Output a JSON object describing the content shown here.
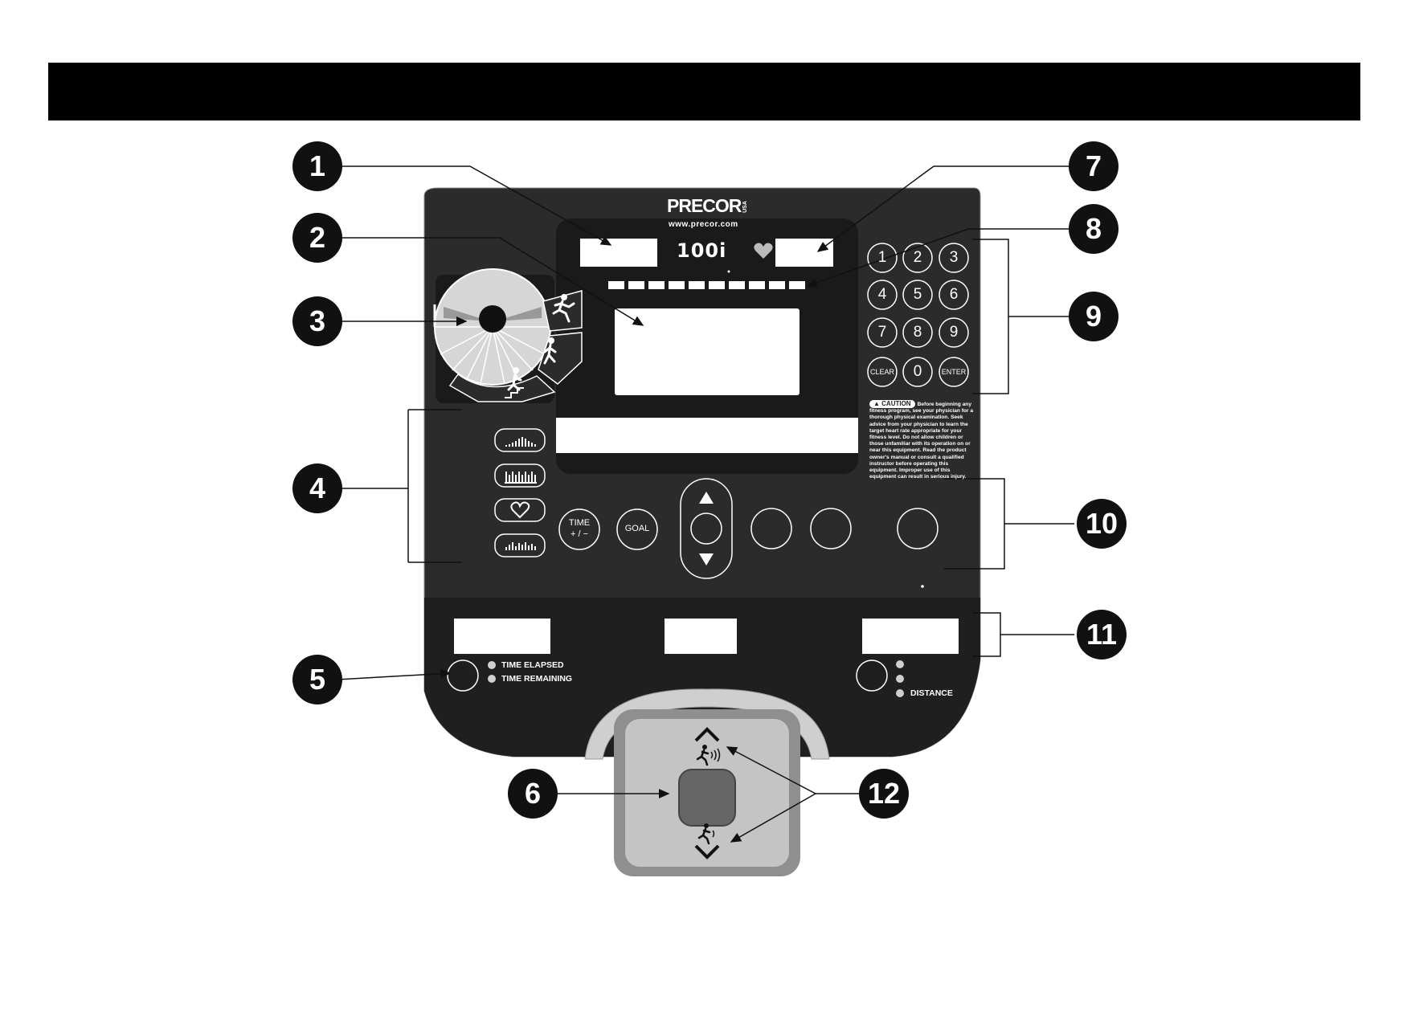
{
  "brand": {
    "logo": "PRECOR",
    "logo_suffix": "USA",
    "website": "www.precor.com",
    "model": "100i"
  },
  "keypad": {
    "keys": [
      "1",
      "2",
      "3",
      "4",
      "5",
      "6",
      "7",
      "8",
      "9",
      "CLEAR",
      "0",
      "ENTER"
    ]
  },
  "caution": {
    "badge": "CAUTION",
    "text": "Before beginning any fitness program, see your physician for a thorough physical examination. Seek advice from your physician to learn the target heart rate appropriate for your fitness level. Do not allow children or those unfamiliar with its operation on or near this equipment. Read the product owner's manual or consult a qualified instructor before operating this equipment. Improper use of this equipment can result in serious injury."
  },
  "buttons": {
    "time_line1": "TIME",
    "time_line2": "+ / −",
    "goal": "GOAL"
  },
  "leds": {
    "time_elapsed": "TIME ELAPSED",
    "time_remaining": "TIME REMAINING",
    "distance": "DISTANCE"
  },
  "callouts": [
    "1",
    "2",
    "3",
    "4",
    "5",
    "6",
    "7",
    "8",
    "9",
    "10",
    "11",
    "12"
  ],
  "colors": {
    "panel": "#2b2b2b",
    "panel_lower": "#1e1e1e",
    "header": "#000000",
    "pad": "#bdbdbd",
    "callout": "#111111"
  },
  "icons": [
    "heart-icon",
    "runner-icon",
    "stairs-climber-icon",
    "walker-icon",
    "hill-profile-icon",
    "interval-profile-icon",
    "random-profile-icon",
    "arrow-up-icon",
    "arrow-down-icon",
    "chevron-up-icon",
    "chevron-down-icon",
    "speed-up-icon",
    "speed-down-icon"
  ]
}
